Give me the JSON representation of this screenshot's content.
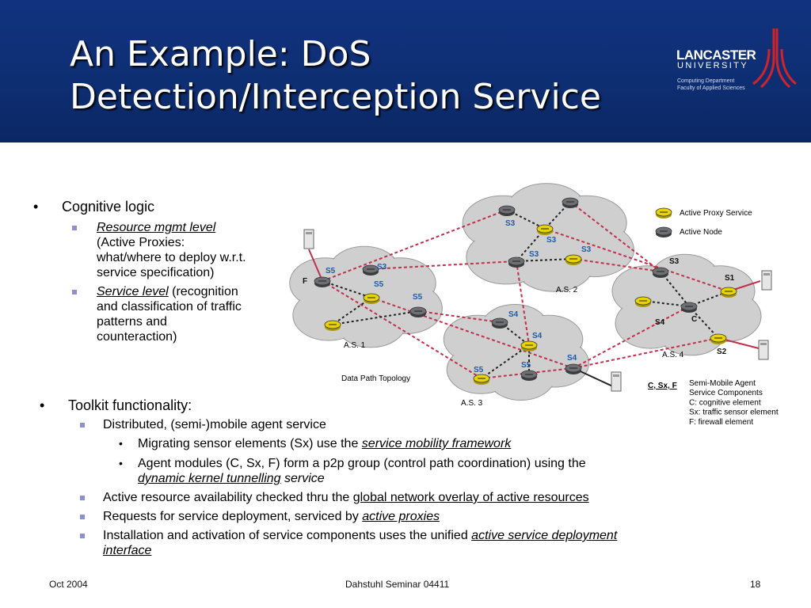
{
  "title": {
    "line1": "An Example: DoS",
    "line2": "Detection/Interception Service"
  },
  "logo": {
    "name": "LANCASTER",
    "univ": "UNIVERSITY",
    "dept1": "Computing Department",
    "dept2": "Faculty of Applied Sciences"
  },
  "cognitive": {
    "heading": "Cognitive logic",
    "items": [
      {
        "link": "Resource mgmt level",
        "lines": [
          "(Active Proxies:",
          "what/where to deploy w.r.t.",
          "service specification)"
        ]
      },
      {
        "link": "Service level",
        "after": " (recognition",
        "lines": [
          "and classification of traffic",
          "patterns and",
          "counteraction)"
        ]
      }
    ]
  },
  "toolkit": {
    "heading": "Toolkit functionality:",
    "items": {
      "i1": "Distributed, (semi-)mobile agent service",
      "i1a_pre": "Migrating sensor elements (Sx) use the ",
      "i1a_link": "service mobility framework",
      "i1b_pre": "Agent modules (C, Sx, F) form a p2p group (control path coordination) using the",
      "i1b_link": "dynamic kernel tunnelling",
      "i1b_post": " service",
      "i2_pre": "Active resource availability checked thru the ",
      "i2_link": "global network overlay of active resources",
      "i3_pre": "Requests for service deployment, serviced by ",
      "i3_link": "active proxies",
      "i4_pre": "Installation and activation of service components uses the unified ",
      "i4_link": "active service deployment",
      "i4_link2": "interface"
    }
  },
  "diagram": {
    "legend": {
      "proxy": "Active Proxy Service",
      "node": "Active Node"
    },
    "clouds": [
      {
        "label": "A.S. 1"
      },
      {
        "label": "A.S. 2"
      },
      {
        "label": "A.S. 3"
      },
      {
        "label": "A.S. 4"
      }
    ],
    "caption": "Data Path Topology",
    "semi": {
      "key": "C, Sx, F",
      "lines": [
        "Semi-Mobile Agent",
        "Service Components",
        "C: cognitive element",
        "Sx: traffic sensor element",
        "F: firewall element"
      ]
    },
    "labels": [
      "S5",
      "S3",
      "S5",
      "S5",
      "F",
      "S3",
      "S3",
      "S3",
      "S3",
      "S4",
      "S4",
      "S4",
      "S5",
      "S5",
      "S3",
      "S1",
      "S4",
      "C",
      "S2"
    ]
  },
  "footer": {
    "date": "Oct 2004",
    "center": "Dahstuhl Seminar 04411",
    "page": "18"
  },
  "colors": {
    "header": "#11337f",
    "proxy": "#e8d400",
    "node": "#6d6f73",
    "link": "#c0304a",
    "cloud": "#cfcfcf"
  }
}
